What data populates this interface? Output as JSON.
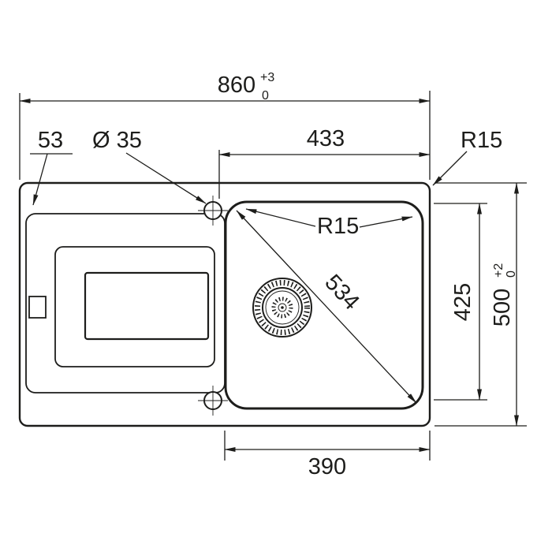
{
  "drawing": {
    "type": "technical-dimension-drawing",
    "subject": "kitchen sink top view with drainboard and single bowl",
    "colors": {
      "line": "#1d1d1b",
      "background": "#ffffff"
    },
    "labels": {
      "overall_width": {
        "value": "860",
        "tol_plus": "+3",
        "tol_minus": "0"
      },
      "edge_offset": "53",
      "hole_diameter": "Ø 35",
      "bowl_offset_right": "433",
      "corner_radius_outer": "R15",
      "corner_radius_bowl": "R15",
      "bowl_diagonal": "534",
      "bowl_height": "425",
      "overall_depth": {
        "value": "500",
        "tol_plus": "+2",
        "tol_minus": "0"
      },
      "bowl_width_bottom": "390"
    }
  }
}
